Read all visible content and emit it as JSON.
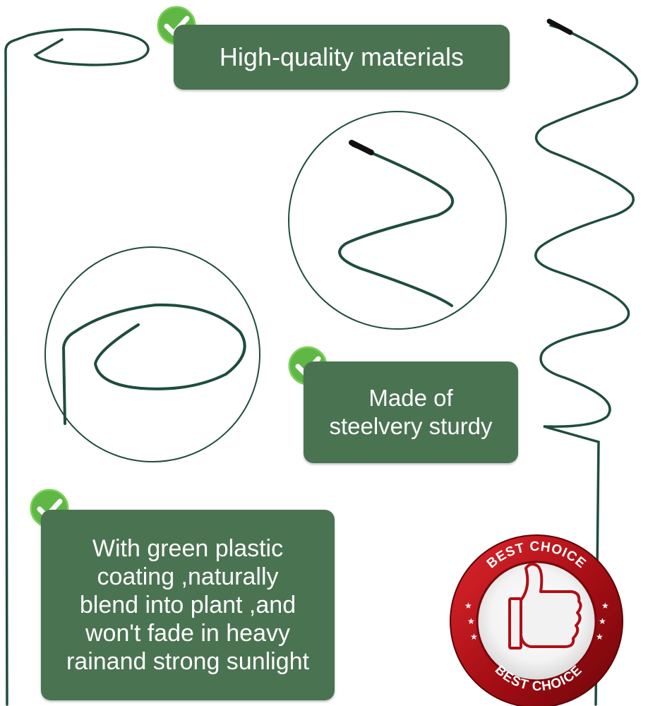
{
  "features": [
    {
      "text": "High-quality materials"
    },
    {
      "lines": [
        "Made of",
        "steelvery sturdy"
      ]
    },
    {
      "lines": [
        "With green plastic",
        "coating ,naturally",
        "blend into plant ,and",
        "won't fade in heavy",
        "rainand strong sunlight"
      ]
    }
  ],
  "seal": {
    "top_text": "BEST CHOICE",
    "bottom_text": "BEST CHOICE"
  },
  "colors": {
    "badge_bg": "#4a7352",
    "wire": "#1f4d3c",
    "check": "#6cc24a",
    "seal_red": "#c0121a"
  }
}
